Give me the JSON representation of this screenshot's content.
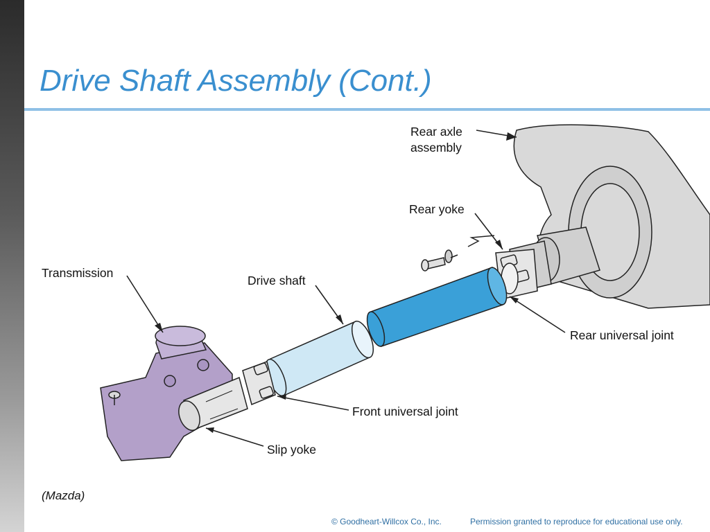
{
  "slide": {
    "title": "Drive Shaft Assembly (Cont.)",
    "credit": "(Mazda)",
    "footer_copyright": "© Goodheart-Willcox Co., Inc.",
    "footer_permission": "Permission granted to reproduce for educational use only."
  },
  "diagram": {
    "labels": {
      "rear_axle_line1": "Rear axle",
      "rear_axle_line2": "assembly",
      "rear_yoke": "Rear yoke",
      "transmission": "Transmission",
      "drive_shaft": "Drive shaft",
      "rear_universal_joint": "Rear universal joint",
      "front_universal_joint": "Front universal joint",
      "slip_yoke": "Slip yoke"
    },
    "colors": {
      "transmission": "#b3a0c9",
      "drive_shaft_front": "#cfe8f5",
      "drive_shaft_rear": "#3aa0d8",
      "rear_axle": "#d9d9d9",
      "title": "#3a8fcf"
    }
  }
}
